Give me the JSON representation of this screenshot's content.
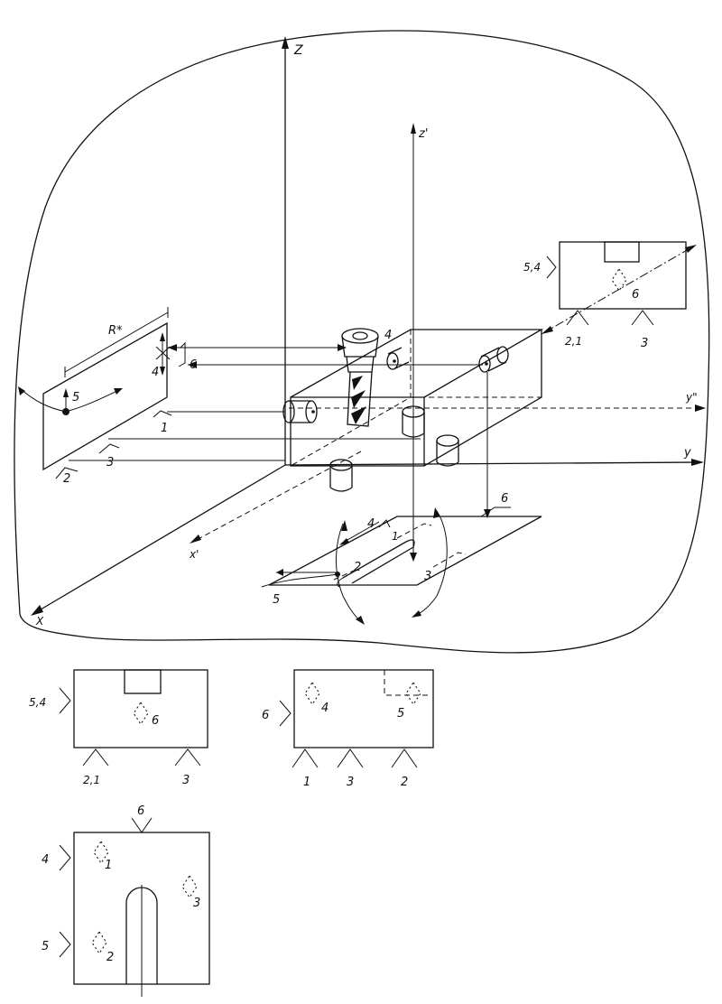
{
  "axes": {
    "z": "Z",
    "z_prime": "z'",
    "y_double_prime": "y\"",
    "y": "y",
    "x": "X",
    "x_prime": "x'",
    "r_star": "R*"
  },
  "iso_labels": {
    "part_1": "1",
    "part_2": "2",
    "part_3": "3",
    "part_4": "4",
    "part_5": "5",
    "part_6": "6",
    "tool_4": "4",
    "slot_1": "1",
    "slot_2": "2",
    "slot_3": "3",
    "slot_4": "4",
    "slot_5": "5",
    "slot_6": "6"
  },
  "view_in_diagram": {
    "left_label": "5,4",
    "center_label": "6",
    "bottom_left_label": "2,1",
    "bottom_right_label": "3"
  },
  "view_front": {
    "left_label": "5,4",
    "center_label": "6",
    "bottom_left_label": "2,1",
    "bottom_right_label": "3"
  },
  "view_side": {
    "left_label": "6",
    "inner_left_label": "4",
    "inner_right_label": "5",
    "bottom_1": "1",
    "bottom_2": "3",
    "bottom_3": "2"
  },
  "view_top": {
    "top_label": "6",
    "left_top_label": "4",
    "left_bottom_label": "5",
    "inner_1": "1",
    "inner_2": "2",
    "inner_3": "3"
  }
}
